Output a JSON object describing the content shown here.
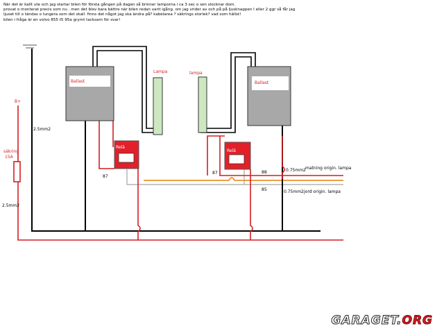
{
  "intro_lines": [
    "När det är kallt ute och jag startar bilen för första gången på dagen så brinner lamporna i ca 3 sec o sen slocknar dom.",
    "provat o monterat precis som nu . men det blev bara bättre när bilen redan varit igång. om jag vrider av och på på ljusknappen I eller 2 ggr så får jag",
    "ljuset till o tändas o lungera som det skall. finns det något jag ska ändra på? kabelarea ? säkrings storlek? vad som hällst!",
    " bilen i fråga är en volvo 855 t5 95a  grymt tacksam för svar!"
  ],
  "labels": {
    "ballast_left": "Ballast",
    "ballast_right": "Ballast",
    "lampa_left": "Lampa",
    "lampa_right": "lampa",
    "rele_left": "Relä",
    "rele_right": "Relä",
    "b_plus": "B+",
    "fuse_line1": "säkring",
    "fuse_line2": "15A",
    "wire_2_5_upper": "2.5mm2",
    "wire_2_5_lower": "2.5mm2",
    "pin_87_left": "87",
    "pin_87_right": "87",
    "pin_88": "88",
    "pin_85": "85",
    "wire_075_upper": "0.75mm2",
    "wire_075_lower": "0.75mm2",
    "matning": "matning origin. lampa",
    "jord": "jord origin. lampa"
  },
  "watermark": {
    "main": "GARAGET.",
    "suffix": "ORG"
  },
  "colors": {
    "ballast_fill": "#a8a8a8",
    "relay_fill": "#e3202a",
    "lamp_fill": "#cde8c0",
    "wire_red": "#d41d22",
    "wire_orange": "#e9932a",
    "wire_black": "#000000",
    "wire_grey": "#a5a5a5"
  }
}
